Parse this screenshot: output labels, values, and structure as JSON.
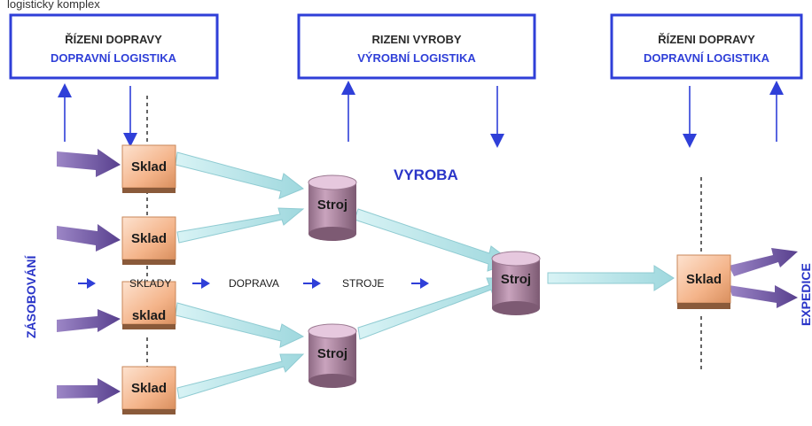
{
  "top_text": "logisticky komplex",
  "control_boxes": [
    {
      "title": "ŘÍZENI  DOPRAVY",
      "subtitle": "DOPRAVNÍ LOGISTIKA"
    },
    {
      "title": "RIZENI VYROBY",
      "subtitle": "VÝROBNÍ LOGISTIKA"
    },
    {
      "title": "ŘÍZENI  DOPRAVY",
      "subtitle": "DOPRAVNÍ LOGISTIKA"
    }
  ],
  "warehouses": [
    "Sklad",
    "Sklad",
    "sklad",
    "Sklad"
  ],
  "output_warehouse": "Sklad",
  "machines": [
    "Stroj",
    "Stroj",
    "Stroj"
  ],
  "production_label": "VYROBA",
  "flow_labels": [
    "SKLADY",
    "DOPRAVA",
    "STROJE"
  ],
  "left_label": "ZÁSOBOVÁNÍ",
  "right_label": "EXPEDICE",
  "colors": {
    "box_border": "#2f3fd8",
    "title_text": "#2a2a2a",
    "blue_text": "#2a35c8",
    "crate": "#f4b48a",
    "crate_dark": "#c97a4a",
    "machine": "#b48aa6",
    "machine_top": "#e6c8de",
    "flow_arrow": "#b8e6ea",
    "input_arrow": "#6a4fa0"
  }
}
